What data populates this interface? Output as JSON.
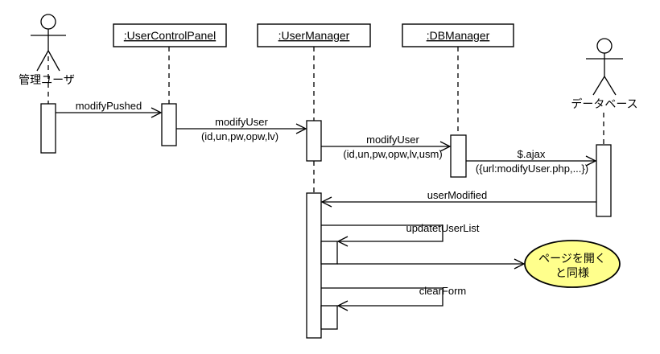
{
  "diagram": {
    "actors": {
      "admin": {
        "label": "管理ユーザ"
      },
      "database": {
        "label": "データベース"
      }
    },
    "lifelines": {
      "user_control_panel": {
        "label": ":UserControlPanel"
      },
      "user_manager": {
        "label": ":UserManager"
      },
      "db_manager": {
        "label": ":DBManager"
      }
    },
    "messages": {
      "modify_pushed": {
        "label": "modifyPushed"
      },
      "modify_user_to_manager": {
        "label": "modifyUser",
        "args": "(id,un,pw,opw,lv)"
      },
      "modify_user_to_db_manager": {
        "label": "modifyUser",
        "args": "(id,un,pw,opw,lv,usm)"
      },
      "ajax": {
        "label": "$.ajax",
        "args": "({url:modifyUser.php,...})"
      },
      "user_modified": {
        "label": "userModified"
      },
      "update_user_list": {
        "label": "updatetUserList"
      },
      "clear_form": {
        "label": "clearForm"
      }
    },
    "note": {
      "line1": "ページを開く",
      "line2": "と同様",
      "fill": "#ffff8c"
    }
  }
}
